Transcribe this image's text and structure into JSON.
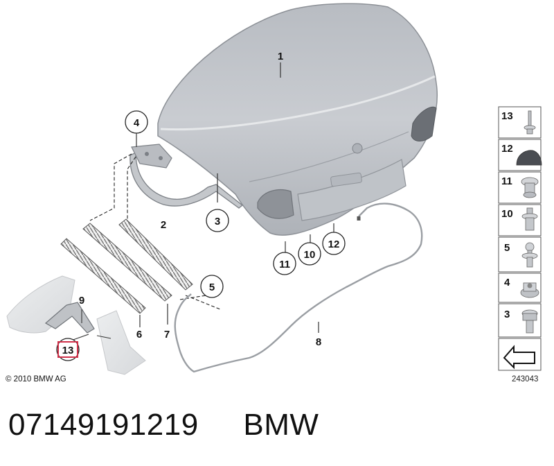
{
  "diagram": {
    "callouts": {
      "c1": "1",
      "c2": "2",
      "c3": "3",
      "c4": "4",
      "c5": "5",
      "c6": "6",
      "c7": "7",
      "c8": "8",
      "c9": "9",
      "c10": "10",
      "c11": "11",
      "c12": "12",
      "c13": "13"
    },
    "highlighted_part": "13",
    "legend": [
      "13",
      "12",
      "11",
      "10",
      "5",
      "4",
      "3"
    ],
    "copyright": "© 2010 BMW AG",
    "reference_number": "243043"
  },
  "footer": {
    "part_number": "07149191219",
    "brand": "BMW"
  },
  "colors": {
    "part_fill": "#c9ccd0",
    "part_stroke": "#8a8e94",
    "highlight_box": "#d0314a",
    "ghost_part": "#e4e5e7"
  }
}
